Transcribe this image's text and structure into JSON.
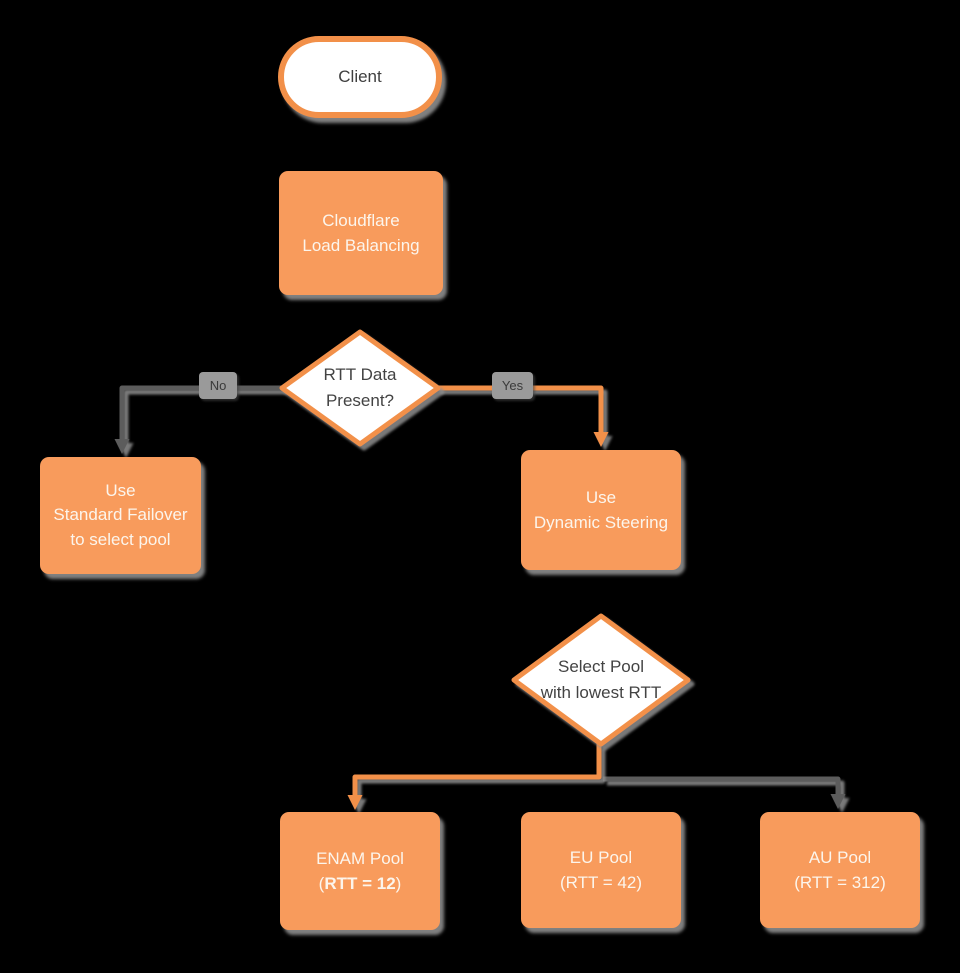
{
  "diagram": {
    "title_implicit": "Cloudflare Load Balancing RTT steering flowchart",
    "colors": {
      "background": "#000000",
      "node_fill_orange": "#F89B5C",
      "node_border_orange": "#F29049",
      "connector_orange": "#F29049",
      "connector_gray": "#5B5B5B",
      "shadow_gray": "#929292",
      "badge_background": "#9A9A9A",
      "badge_text": "#3A3A3A",
      "dark_text": "#434343",
      "light_text": "#FCF5EC"
    },
    "nodes": {
      "client": {
        "label": "Client",
        "shape": "stadium"
      },
      "load_balancing": {
        "label": "Cloudflare\nLoad Balancing",
        "shape": "rect"
      },
      "rtt_decision": {
        "label": "RTT Data\nPresent?",
        "shape": "diamond"
      },
      "standard_failover": {
        "label": "Use\nStandard Failover\nto select pool",
        "shape": "rect"
      },
      "dynamic_steering": {
        "label": "Use\nDynamic Steering",
        "shape": "rect"
      },
      "select_pool": {
        "label": "Select Pool\nwith lowest RTT",
        "shape": "diamond"
      },
      "enam_pool": {
        "line1": "ENAM Pool",
        "line2_open": "(",
        "line2_bold": "RTT = 12",
        "line2_close": ")",
        "shape": "rect"
      },
      "eu_pool": {
        "label": "EU Pool\n(RTT = 42)",
        "shape": "rect"
      },
      "au_pool": {
        "label": "AU Pool\n(RTT = 312)",
        "shape": "rect"
      }
    },
    "edge_labels": {
      "no": "No",
      "yes": "Yes"
    },
    "edges": [
      {
        "from": "client",
        "to": "load_balancing",
        "color": "orange"
      },
      {
        "from": "load_balancing",
        "to": "rtt_decision",
        "color": "orange"
      },
      {
        "from": "rtt_decision",
        "to": "standard_failover",
        "label": "No",
        "color": "gray"
      },
      {
        "from": "rtt_decision",
        "to": "dynamic_steering",
        "label": "Yes",
        "color": "orange"
      },
      {
        "from": "dynamic_steering",
        "to": "select_pool",
        "color": "orange"
      },
      {
        "from": "select_pool",
        "to": "enam_pool",
        "color": "orange"
      },
      {
        "from": "select_pool",
        "to": "eu_pool",
        "color": "gray"
      },
      {
        "from": "select_pool",
        "to": "au_pool",
        "color": "gray"
      }
    ]
  }
}
